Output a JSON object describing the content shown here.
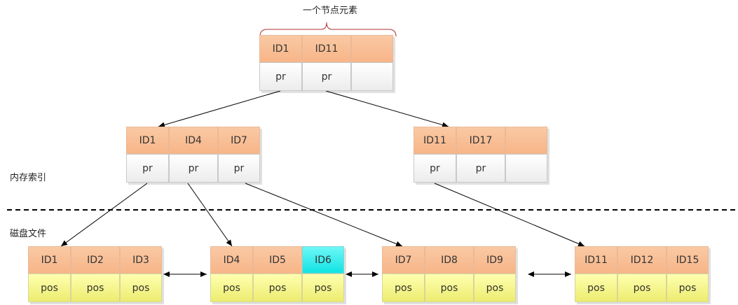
{
  "labels": {
    "node_element": "一个节点元素",
    "memory_index": "内存索引",
    "disk_file": "磁盘文件"
  },
  "root": {
    "keys": [
      "ID1",
      "ID11",
      ""
    ],
    "ptrs": [
      "pr",
      "pr",
      ""
    ]
  },
  "internal": [
    {
      "keys": [
        "ID1",
        "ID4",
        "ID7"
      ],
      "ptrs": [
        "pr",
        "pr",
        "pr"
      ]
    },
    {
      "keys": [
        "ID11",
        "ID17",
        ""
      ],
      "ptrs": [
        "pr",
        "pr",
        ""
      ]
    }
  ],
  "leaves": [
    {
      "keys": [
        "ID1",
        "ID2",
        "ID3"
      ],
      "vals": [
        "pos",
        "pos",
        "pos"
      ],
      "highlight": []
    },
    {
      "keys": [
        "ID4",
        "ID5",
        "ID6"
      ],
      "vals": [
        "pos",
        "pos",
        "pos"
      ],
      "highlight": [
        2
      ]
    },
    {
      "keys": [
        "ID7",
        "ID8",
        "ID9"
      ],
      "vals": [
        "pos",
        "pos",
        "pos"
      ],
      "highlight": []
    },
    {
      "keys": [
        "ID11",
        "ID12",
        "ID15"
      ],
      "vals": [
        "pos",
        "pos",
        "pos"
      ],
      "highlight": []
    }
  ],
  "colors": {
    "key_cell": "#f8b588",
    "pointer_cell": "#f2f2f2",
    "pos_cell": "#f2f28a",
    "highlight_cell": "#22e6e6",
    "brace": "#b03030",
    "line": "#000000"
  }
}
